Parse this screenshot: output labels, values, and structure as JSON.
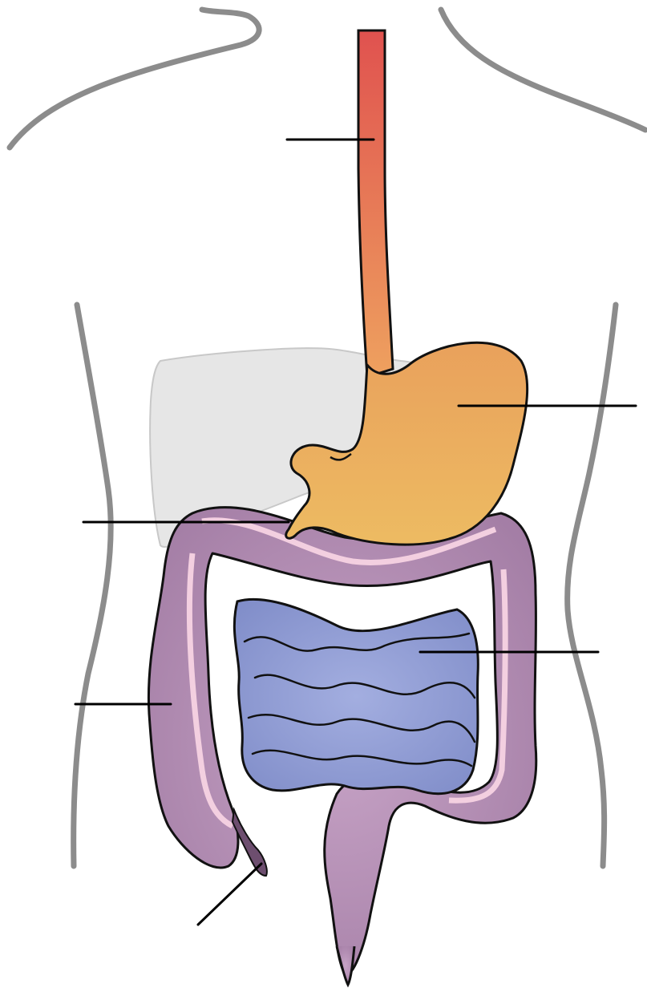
{
  "diagram": {
    "colors": {
      "background": "#ffffff",
      "body_outline": "#8c8c8c",
      "liver": "#e6e6e6",
      "liver_stroke": "#c8c8c8",
      "esophagus_top": "#e0524f",
      "esophagus_bottom": "#eea15f",
      "stomach_top": "#e9a15c",
      "stomach_bottom": "#edbb62",
      "large_intestine": "#b08bb0",
      "large_intestine_inner": "#f3cfe0",
      "small_intestine": "#8f9bd6",
      "outline": "#111111",
      "leader_line": "#000000"
    },
    "structures": [
      "body-outline",
      "liver",
      "esophagus",
      "stomach",
      "pyloric-sphincter",
      "large-intestine",
      "small-intestine",
      "rectum",
      "appendix"
    ],
    "leader_lines": [
      "esophagus",
      "stomach",
      "pylorus",
      "small-intestine",
      "ascending-colon",
      "appendix"
    ]
  }
}
